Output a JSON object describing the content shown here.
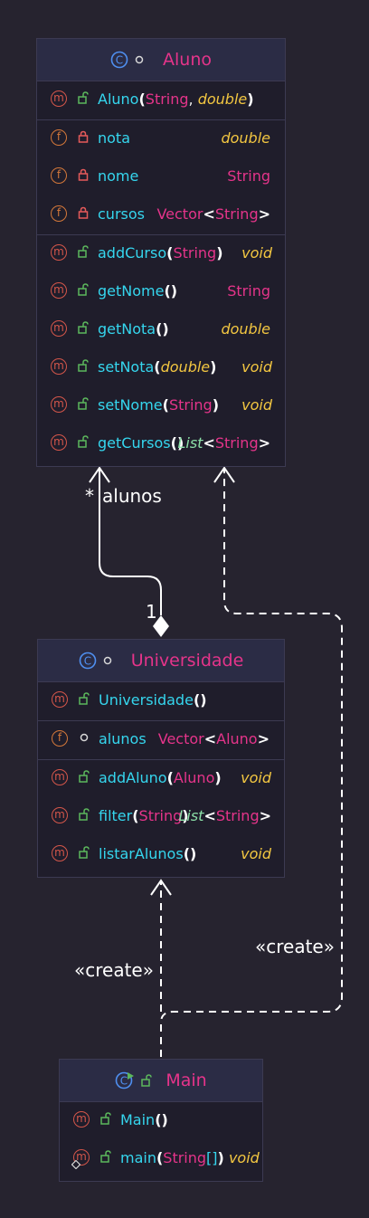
{
  "classes": {
    "aluno": {
      "name": "Aluno",
      "constructor": {
        "name": "Aluno",
        "params": [
          "String",
          "double"
        ]
      },
      "fields": [
        {
          "name": "nota",
          "type": "double"
        },
        {
          "name": "nome",
          "type": "String"
        },
        {
          "name": "cursos",
          "type": "Vector",
          "generic": "String"
        }
      ],
      "methods": [
        {
          "name": "addCurso",
          "param": "String",
          "return": "void"
        },
        {
          "name": "getNome",
          "return": "String"
        },
        {
          "name": "getNota",
          "return": "double"
        },
        {
          "name": "setNota",
          "param": "double",
          "return": "void"
        },
        {
          "name": "setNome",
          "param": "String",
          "return": "void"
        },
        {
          "name": "getCursos",
          "return": "List",
          "generic": "String"
        }
      ]
    },
    "universidade": {
      "name": "Universidade",
      "constructor": {
        "name": "Universidade"
      },
      "fields": [
        {
          "name": "alunos",
          "type": "Vector",
          "generic": "Aluno"
        }
      ],
      "methods": [
        {
          "name": "addAluno",
          "param": "Aluno",
          "return": "void"
        },
        {
          "name": "filter",
          "param": "String",
          "return": "List",
          "generic": "String"
        },
        {
          "name": "listarAlunos",
          "return": "void"
        }
      ]
    },
    "main": {
      "name": "Main",
      "constructor": {
        "name": "Main"
      },
      "methods": [
        {
          "name": "main",
          "param": "String",
          "param_suffix": "[]",
          "return": "void"
        }
      ]
    }
  },
  "relations": {
    "aggregation_role": "alunos",
    "aggregation_mult_target": "*",
    "aggregation_mult_source": "1",
    "create_label_1": "«create»",
    "create_label_2": "«create»"
  },
  "colors": {
    "background": "#26232f",
    "class_name": "#e5348a",
    "member_name": "#35d6ee",
    "type_primitive": "#f2c641",
    "type_ref": "#e5348a",
    "method_icon": "#d4564a",
    "field_icon": "#d4783a"
  }
}
